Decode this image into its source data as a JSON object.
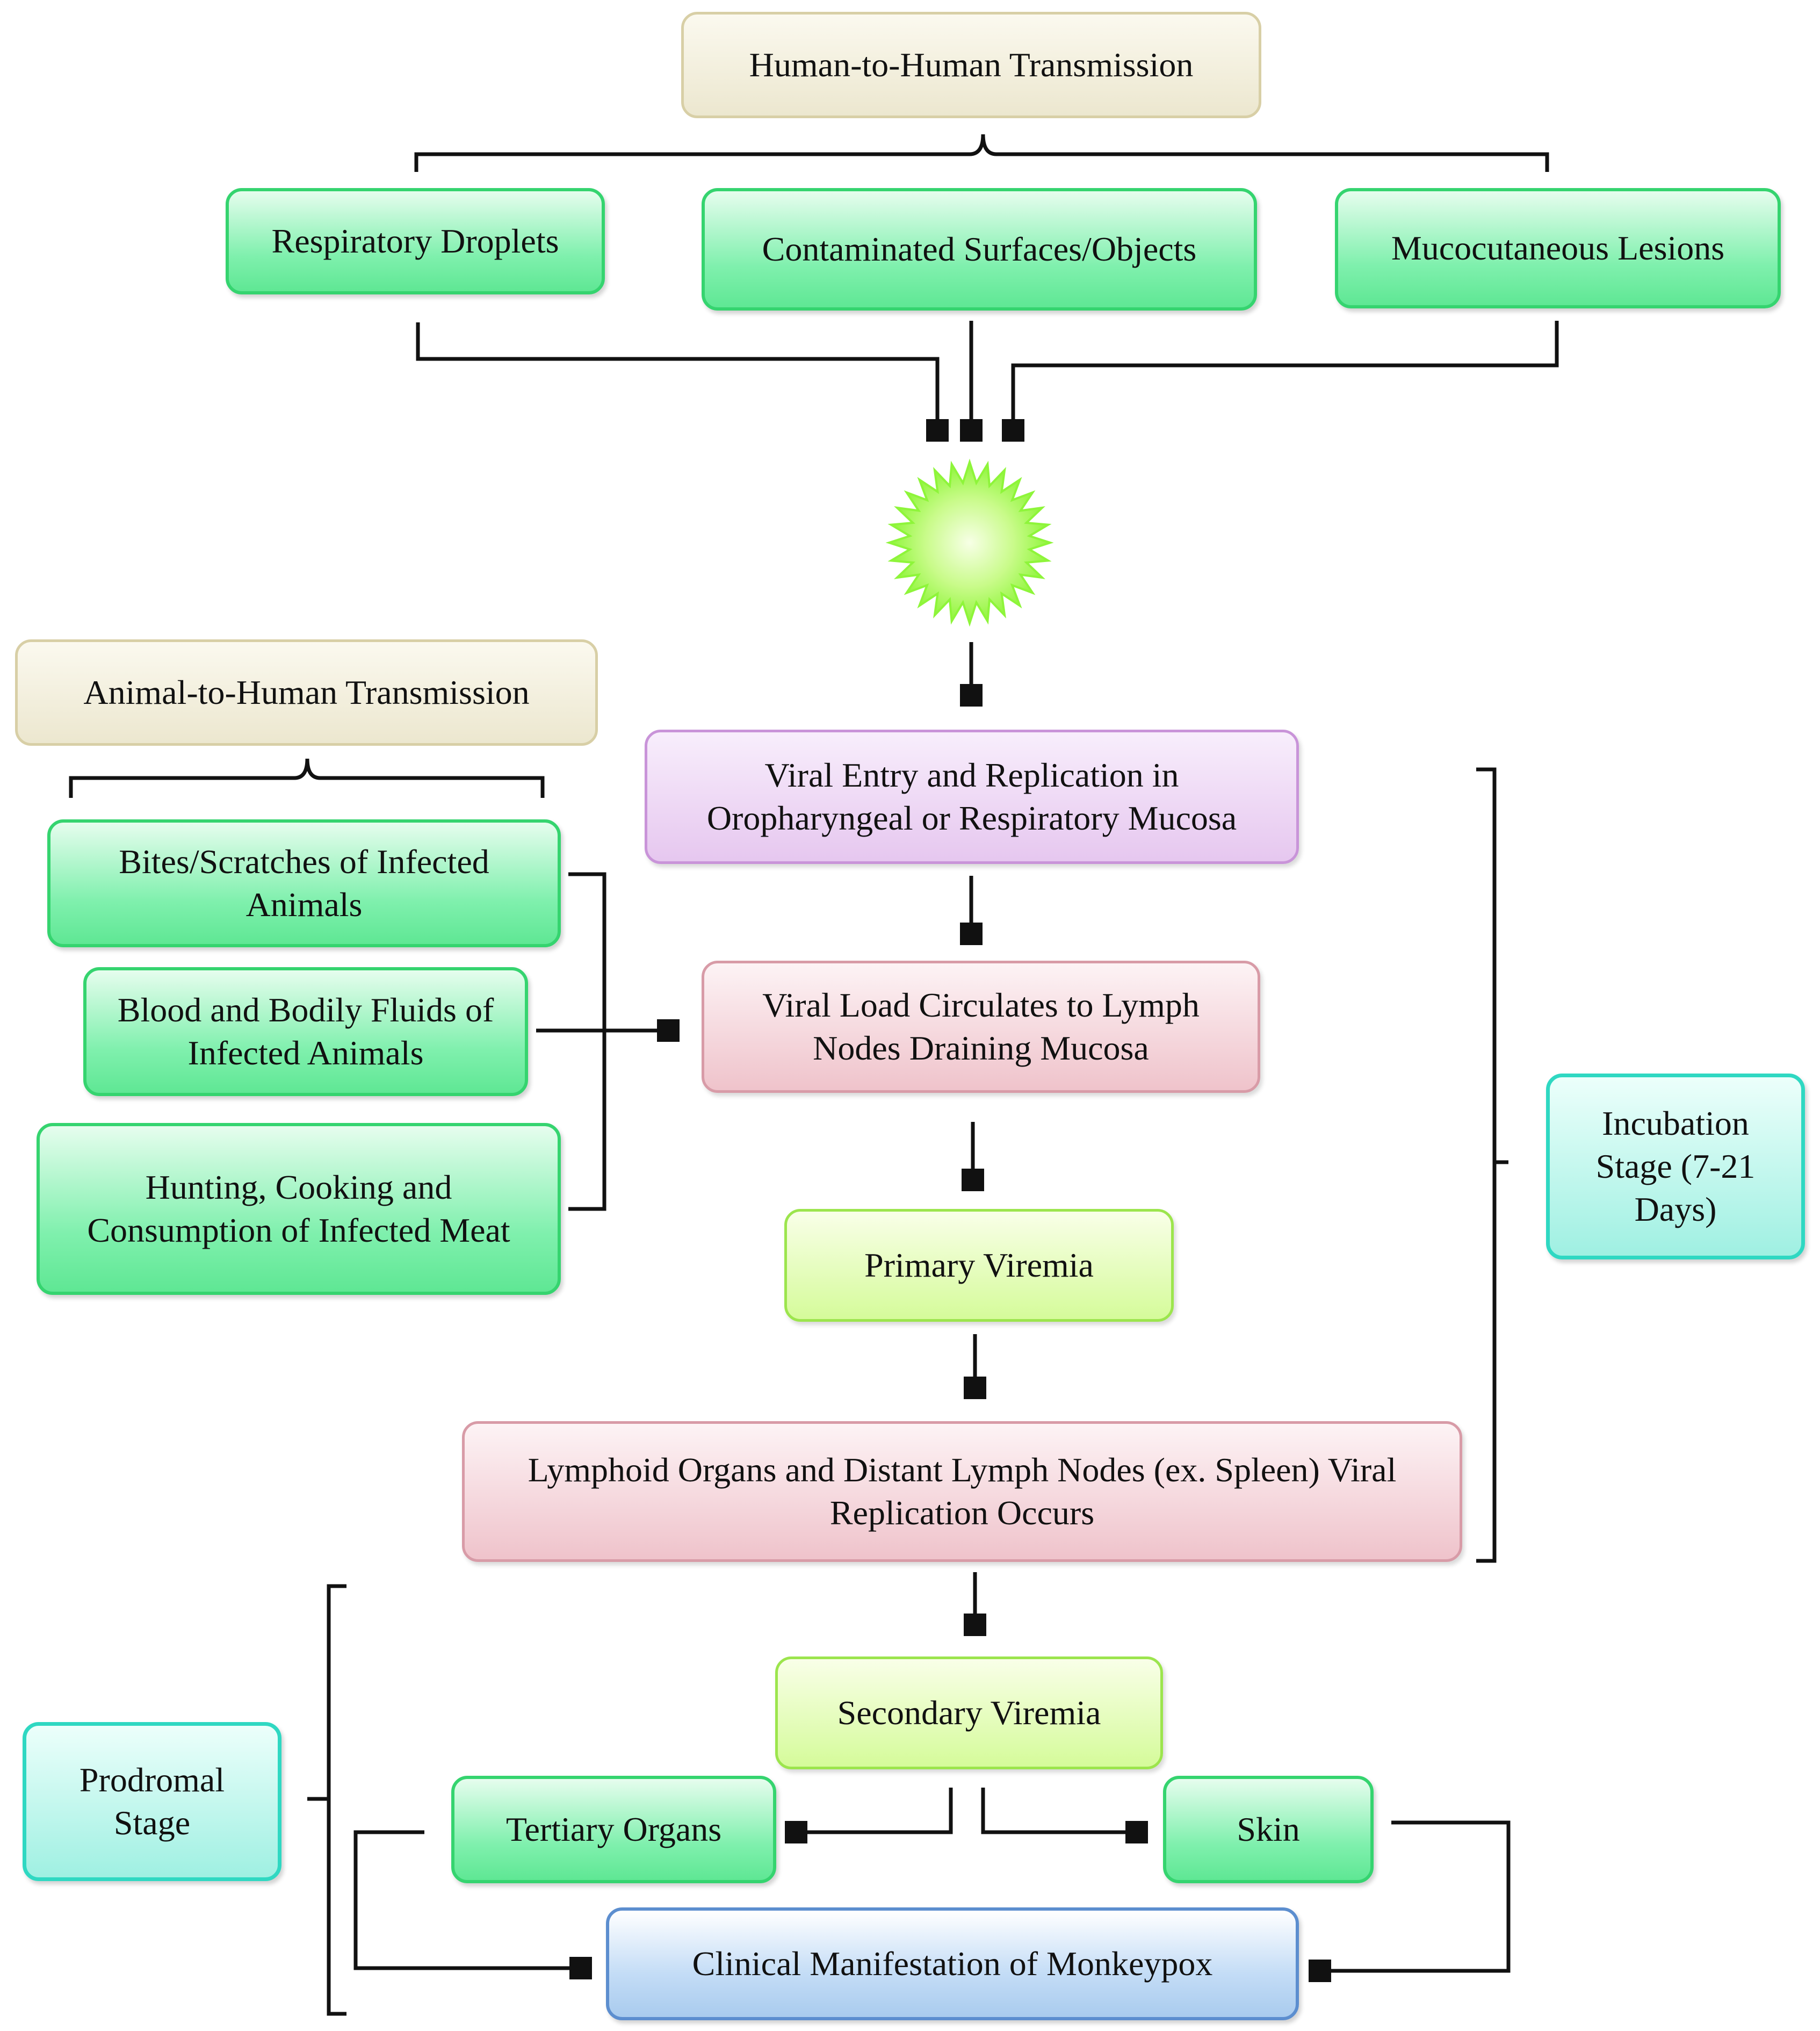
{
  "human_transmission": {
    "title": "Human-to-Human Transmission",
    "routes": [
      "Respiratory Droplets",
      "Contaminated Surfaces/Objects",
      "Mucocutaneous Lesions"
    ]
  },
  "animal_transmission": {
    "title": "Animal-to-Human Transmission",
    "routes": [
      "Bites/Scratches of Infected Animals",
      "Blood and Bodily Fluids of Infected Animals",
      "Hunting, Cooking and Consumption of Infected Meat"
    ]
  },
  "virus_icon": "virus-burst-icon",
  "pathway": {
    "entry": "Viral Entry and Replication in Oropharyngeal or Respiratory Mucosa",
    "lymph": "Viral Load Circulates to Lymph Nodes Draining Mucosa",
    "primary": "Primary Viremia",
    "lymphoid": "Lymphoid Organs and Distant Lymph Nodes (ex. Spleen) Viral Replication Occurs",
    "secondary": "Secondary Viremia",
    "tertiary": "Tertiary Organs",
    "skin": "Skin",
    "clinical": "Clinical Manifestation of Monkeypox"
  },
  "stages": {
    "incubation": "Incubation Stage (7-21 Days)",
    "prodromal": "Prodromal Stage"
  },
  "colors": {
    "route_fill": "#7ff0ad",
    "route_border": "#35d46f",
    "virus": "#8ef53a",
    "stage_border": "#2fd8c2",
    "clinical_border": "#5c8ecf"
  }
}
